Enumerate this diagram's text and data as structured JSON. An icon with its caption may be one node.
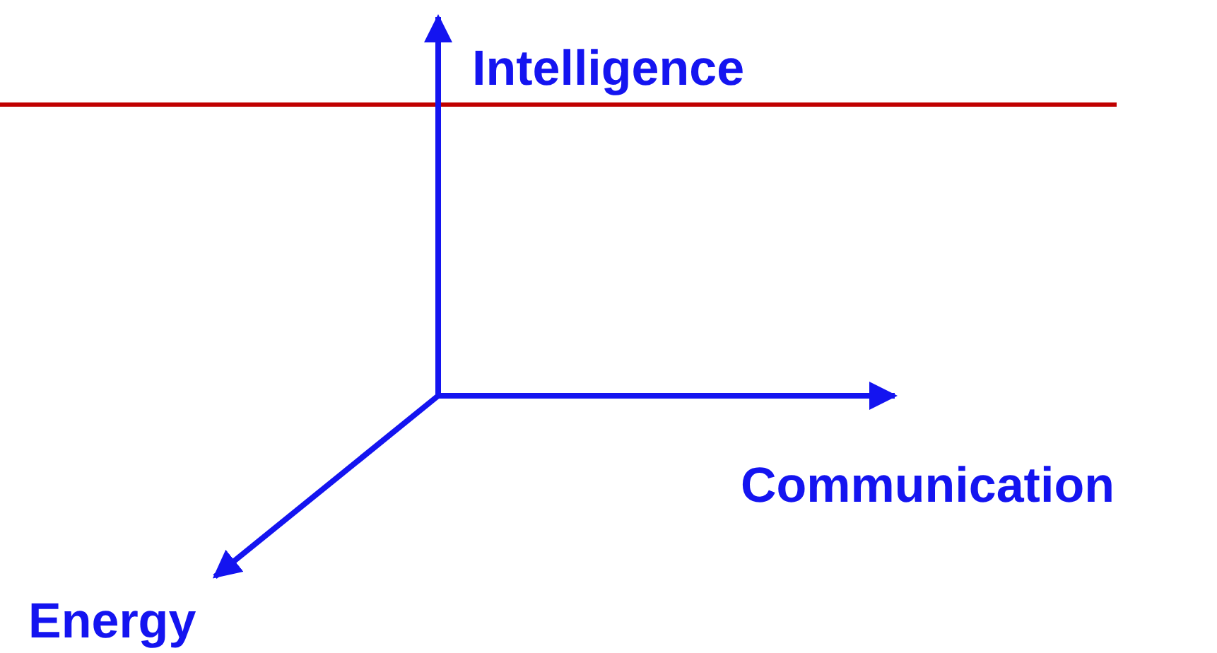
{
  "diagram": {
    "labels": [
      "Intelligence",
      "Communication",
      "Energy"
    ]
  }
}
